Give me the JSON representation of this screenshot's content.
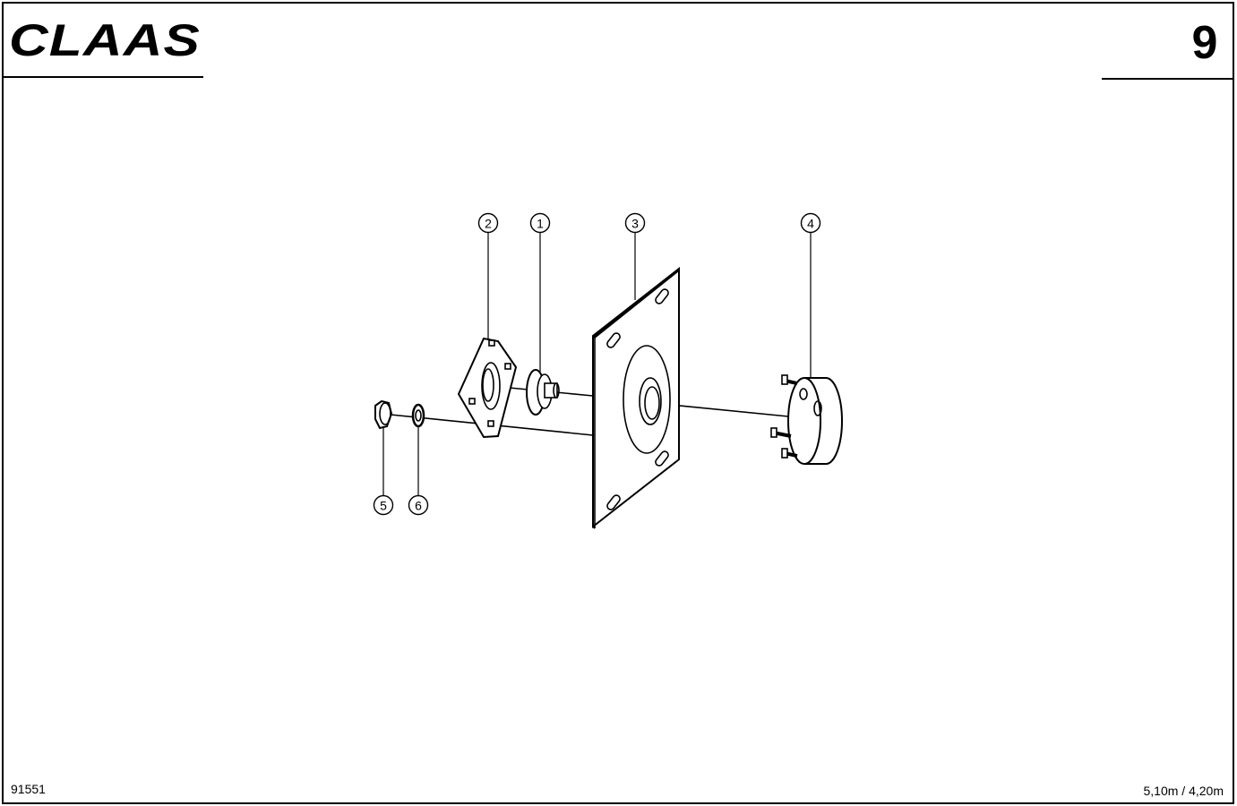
{
  "header": {
    "brand": "CLAAS",
    "page_number": "9"
  },
  "diagram": {
    "callouts": [
      {
        "id": "1",
        "label": "1"
      },
      {
        "id": "2",
        "label": "2"
      },
      {
        "id": "3",
        "label": "3"
      },
      {
        "id": "4",
        "label": "4"
      },
      {
        "id": "5",
        "label": "5"
      },
      {
        "id": "6",
        "label": "6"
      }
    ]
  },
  "footer": {
    "drawing_number": "91551",
    "variant": "5,10m / 4,20m"
  }
}
